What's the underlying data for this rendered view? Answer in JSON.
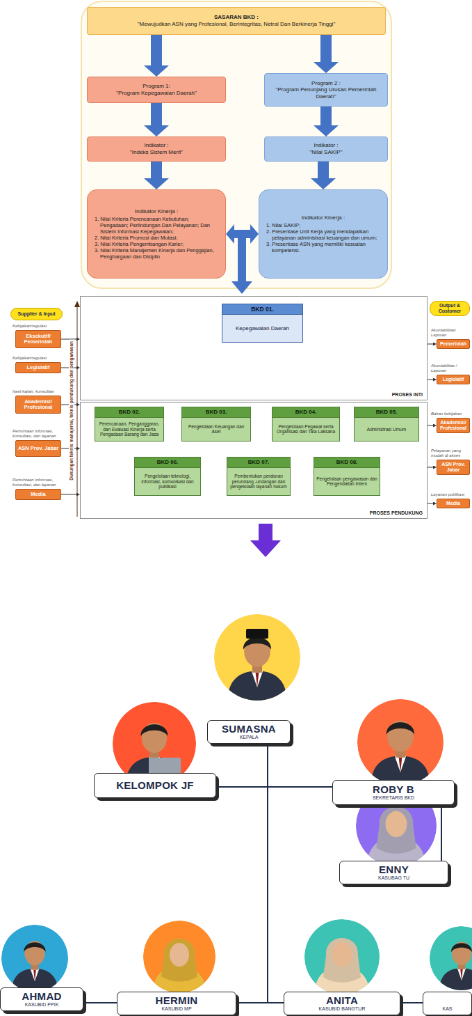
{
  "diagram": {
    "nodes": [
      {
        "text": [
          "SASARAN BKD :",
          "\"Mewujudkan ASN yang Profesional, Berintegritas, Netral Dan Berkinerja Tinggi\""
        ]
      },
      {
        "text": [
          "Program 1:",
          "\"Program Kepegawaian Daerah\""
        ]
      },
      {
        "text": [
          "Program 2 :",
          "\"Program Penunjang Urusan Pemerintah Daerah\""
        ]
      },
      {
        "text": [
          "Indikator :",
          "\"Indeks Sistem Merit\""
        ]
      },
      {
        "text": [
          "Indikator :",
          "\"Nilai SAKIP\""
        ]
      },
      {
        "text": [
          "Indikator Kinerja :",
          "1. Nilai Kriteria Perencanaan Kebutuhan; Pengadaan; Perlindungan Dan Pelayanan; Dan Sistem Informasi Kepegawaian;",
          "2. Nilai Kriteria Promosi dan Mutasi;",
          "3. Nilai Kriteria Pengembangan Karier;",
          "3. Nilai Kriteria Manajemen Kinerja dan Penggajian, Penghargaan dan Disiplin"
        ]
      },
      {
        "text": [
          "Indikator Kinerja :",
          "1. Nilai SAKIP;",
          "2. Presentase Unit Kerja yang mendapatkan pelayanan administrasi keuangan dan umum;",
          "3. Presentase ASN yang memiliki kesuaian kompetensi."
        ]
      },
      {
        "text": [
          "Supplier & Input"
        ]
      },
      {
        "text": [
          "Eksekutif/ Pemerintah"
        ]
      },
      {
        "text": [
          "Legislatif"
        ]
      },
      {
        "text": [
          "Akademisi/ Profesional"
        ]
      },
      {
        "text": [
          "ASN Prov. Jabar"
        ]
      },
      {
        "text": [
          "Media"
        ]
      },
      {
        "text": [
          "PROSES INTI"
        ]
      },
      {
        "text": [
          "BKD 01.",
          "Kepegawaian Daerah"
        ],
        "in": 13
      },
      {
        "text": [
          "PROSES PENDUKUNG"
        ]
      },
      {
        "text": [
          "BKD 02.",
          "Perencanaan, Penganggaran, dan Evaluasi Kinerja serta Pengadaan Barang dan Jasa"
        ],
        "in": 15
      },
      {
        "text": [
          "BKD 03.",
          "Pengelolaan Keuangan dan Aset"
        ],
        "in": 15
      },
      {
        "text": [
          "BKD 04.",
          "Pengelolaan Pegawai serta Organisasi dan Tata Laksana"
        ],
        "in": 15
      },
      {
        "text": [
          "BKD 05.",
          "Administrasi Umum"
        ],
        "in": 15
      },
      {
        "text": [
          "BKD 06.",
          "Pengelolaan teknologi, informasi, komunikasi dan publikasi"
        ],
        "in": 15
      },
      {
        "text": [
          "BKD 07.",
          "Pembentukan peraturan perundang -undangan dan pengelolaan layanan hukum"
        ],
        "in": 15
      },
      {
        "text": [
          "BKD 08.",
          "Pengelolaan pengawasan dan Pengendalian Intern"
        ],
        "in": 15
      },
      {
        "text": [
          "Output & Customer"
        ]
      },
      {
        "text": [
          "Pemerintah"
        ]
      },
      {
        "text": [
          "Legislatif"
        ]
      },
      {
        "text": [
          "Akademisi/ Profesional"
        ]
      },
      {
        "text": [
          "ASN Prov. Jabar"
        ]
      },
      {
        "text": [
          "Media"
        ]
      },
      {
        "text": [
          "SUMASNA",
          "KEPALA"
        ]
      },
      {
        "text": [
          "KELOMPOK JF"
        ]
      },
      {
        "text": [
          "ROBY B",
          "SEKRETARIS BKD"
        ]
      },
      {
        "text": [
          "ENNY",
          "KASUBAG TU"
        ]
      },
      {
        "text": [
          "AHMAD",
          "KASUBID PPIK"
        ]
      },
      {
        "text": [
          "HERMIN",
          "KASUBID MP"
        ]
      },
      {
        "text": [
          "ANITA",
          "KASUBID BANGTUR"
        ]
      },
      {
        "text": [
          "KAS"
        ]
      }
    ],
    "edges": [
      {
        "from": 0,
        "to": 1,
        "arrow": "to"
      },
      {
        "from": 0,
        "to": 2,
        "arrow": "to"
      },
      {
        "from": 1,
        "to": 3,
        "arrow": "to"
      },
      {
        "from": 2,
        "to": 4,
        "arrow": "to"
      },
      {
        "from": 3,
        "to": 5,
        "arrow": "to"
      },
      {
        "from": 4,
        "to": 6,
        "arrow": "to"
      },
      {
        "from": 5,
        "to": 6,
        "arrow": "both"
      },
      {
        "from": 8,
        "to": 13,
        "arrow": "to"
      },
      {
        "from": 9,
        "to": 13,
        "arrow": "to"
      },
      {
        "from": 10,
        "to": 15,
        "arrow": "to"
      },
      {
        "from": 11,
        "to": 15,
        "arrow": "to"
      },
      {
        "from": 12,
        "to": 15,
        "arrow": "to"
      },
      {
        "from": 13,
        "to": 24,
        "arrow": "to"
      },
      {
        "from": 13,
        "to": 25,
        "arrow": "to"
      },
      {
        "from": 15,
        "to": 26,
        "arrow": "to"
      },
      {
        "from": 15,
        "to": 27,
        "arrow": "to"
      },
      {
        "from": 15,
        "to": 28,
        "arrow": "to"
      },
      {
        "from": 29,
        "to": 30,
        "arrow": "none"
      },
      {
        "from": 29,
        "to": 31,
        "arrow": "none"
      },
      {
        "from": 31,
        "to": 32,
        "arrow": "none"
      },
      {
        "from": 29,
        "to": 33,
        "arrow": "none"
      },
      {
        "from": 29,
        "to": 34,
        "arrow": "none"
      },
      {
        "from": 29,
        "to": 35,
        "arrow": "none"
      },
      {
        "from": 29,
        "to": 36,
        "arrow": "none"
      }
    ],
    "labels": [
      "Kebijakan/regulasi",
      "Kebijakan/regulasi",
      "hasil kajian, konsultasi",
      "Permintaan informasi, konsultasi, dan layanan",
      "Permintaan informasi, konsultasi, dan layanan",
      "Dukungan teknis manajerial, teknis pendukung dan pengawasan",
      "Akuntabilitas/ Laporan",
      "Akuntabilitas / Laporan",
      "Bahan kebijakan",
      "Pelayanan yang mudah di akses",
      "Layanan publikasi"
    ]
  }
}
